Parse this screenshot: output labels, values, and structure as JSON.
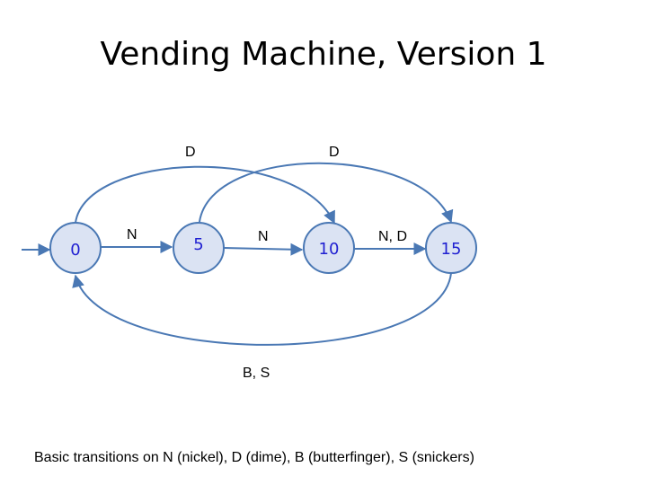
{
  "title": "Vending Machine, Version 1",
  "states": [
    "0",
    "5",
    "10",
    "15"
  ],
  "transitions": {
    "n_0_5": "N",
    "n_5_10": "N",
    "nd_10_15": "N, D",
    "d_0_10": "D",
    "d_5_15": "D",
    "bs_15_0": "B, S"
  },
  "caption": "Basic transitions on N (nickel),  D (dime),  B (butterfinger), S (snickers)",
  "colors": {
    "node_fill": "#dbe3f3",
    "node_stroke": "#4a78b4",
    "edge": "#4a78b4",
    "node_text": "#1f1fd1"
  }
}
